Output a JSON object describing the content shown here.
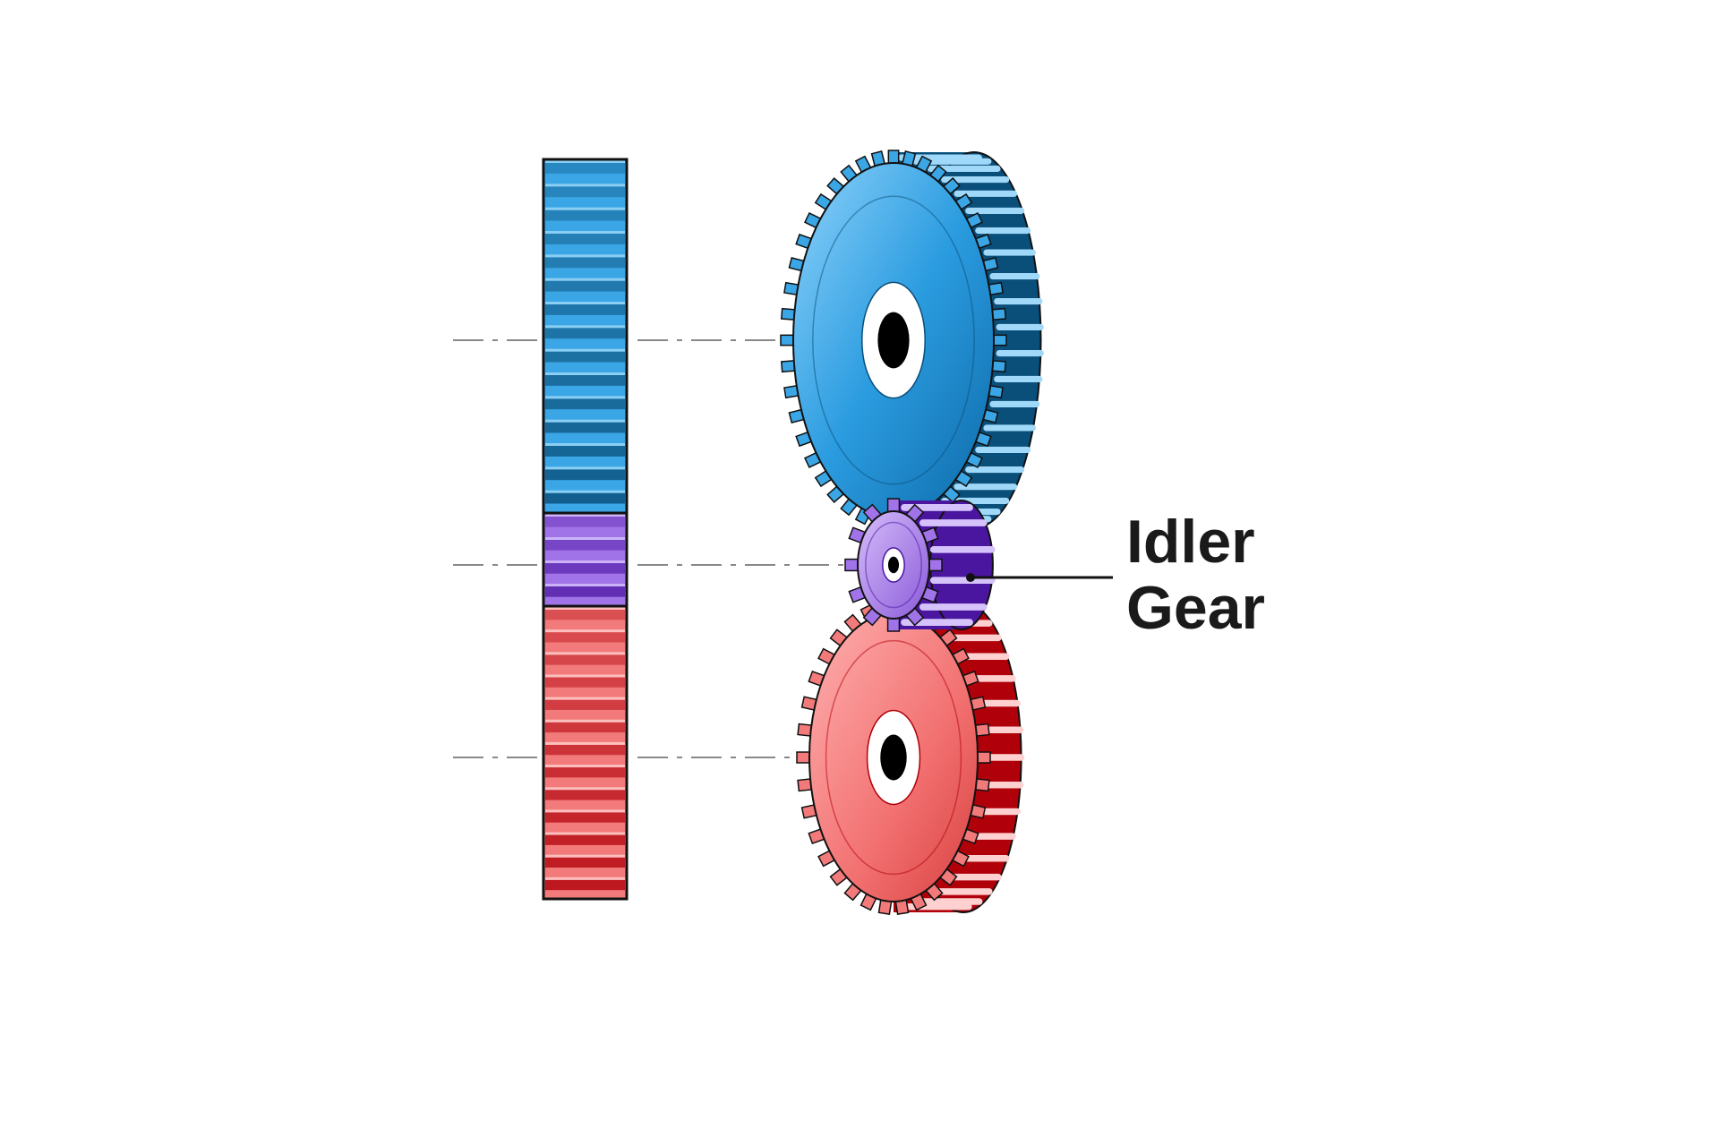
{
  "diagram": {
    "label_line1": "Idler",
    "label_line2": "Gear",
    "gears": [
      {
        "name": "driver-gear",
        "face": "#3aa6e6",
        "dark": "#0a4f7a",
        "light": "#9fd8f8",
        "teeth": 44
      },
      {
        "name": "idler-gear",
        "face": "#a173e8",
        "dark": "#4a16a0",
        "light": "#d6c2fa",
        "teeth": 12
      },
      {
        "name": "driven-gear",
        "face": "#f27a7a",
        "dark": "#b0000a",
        "light": "#ffd0d0",
        "teeth": 34
      }
    ]
  }
}
